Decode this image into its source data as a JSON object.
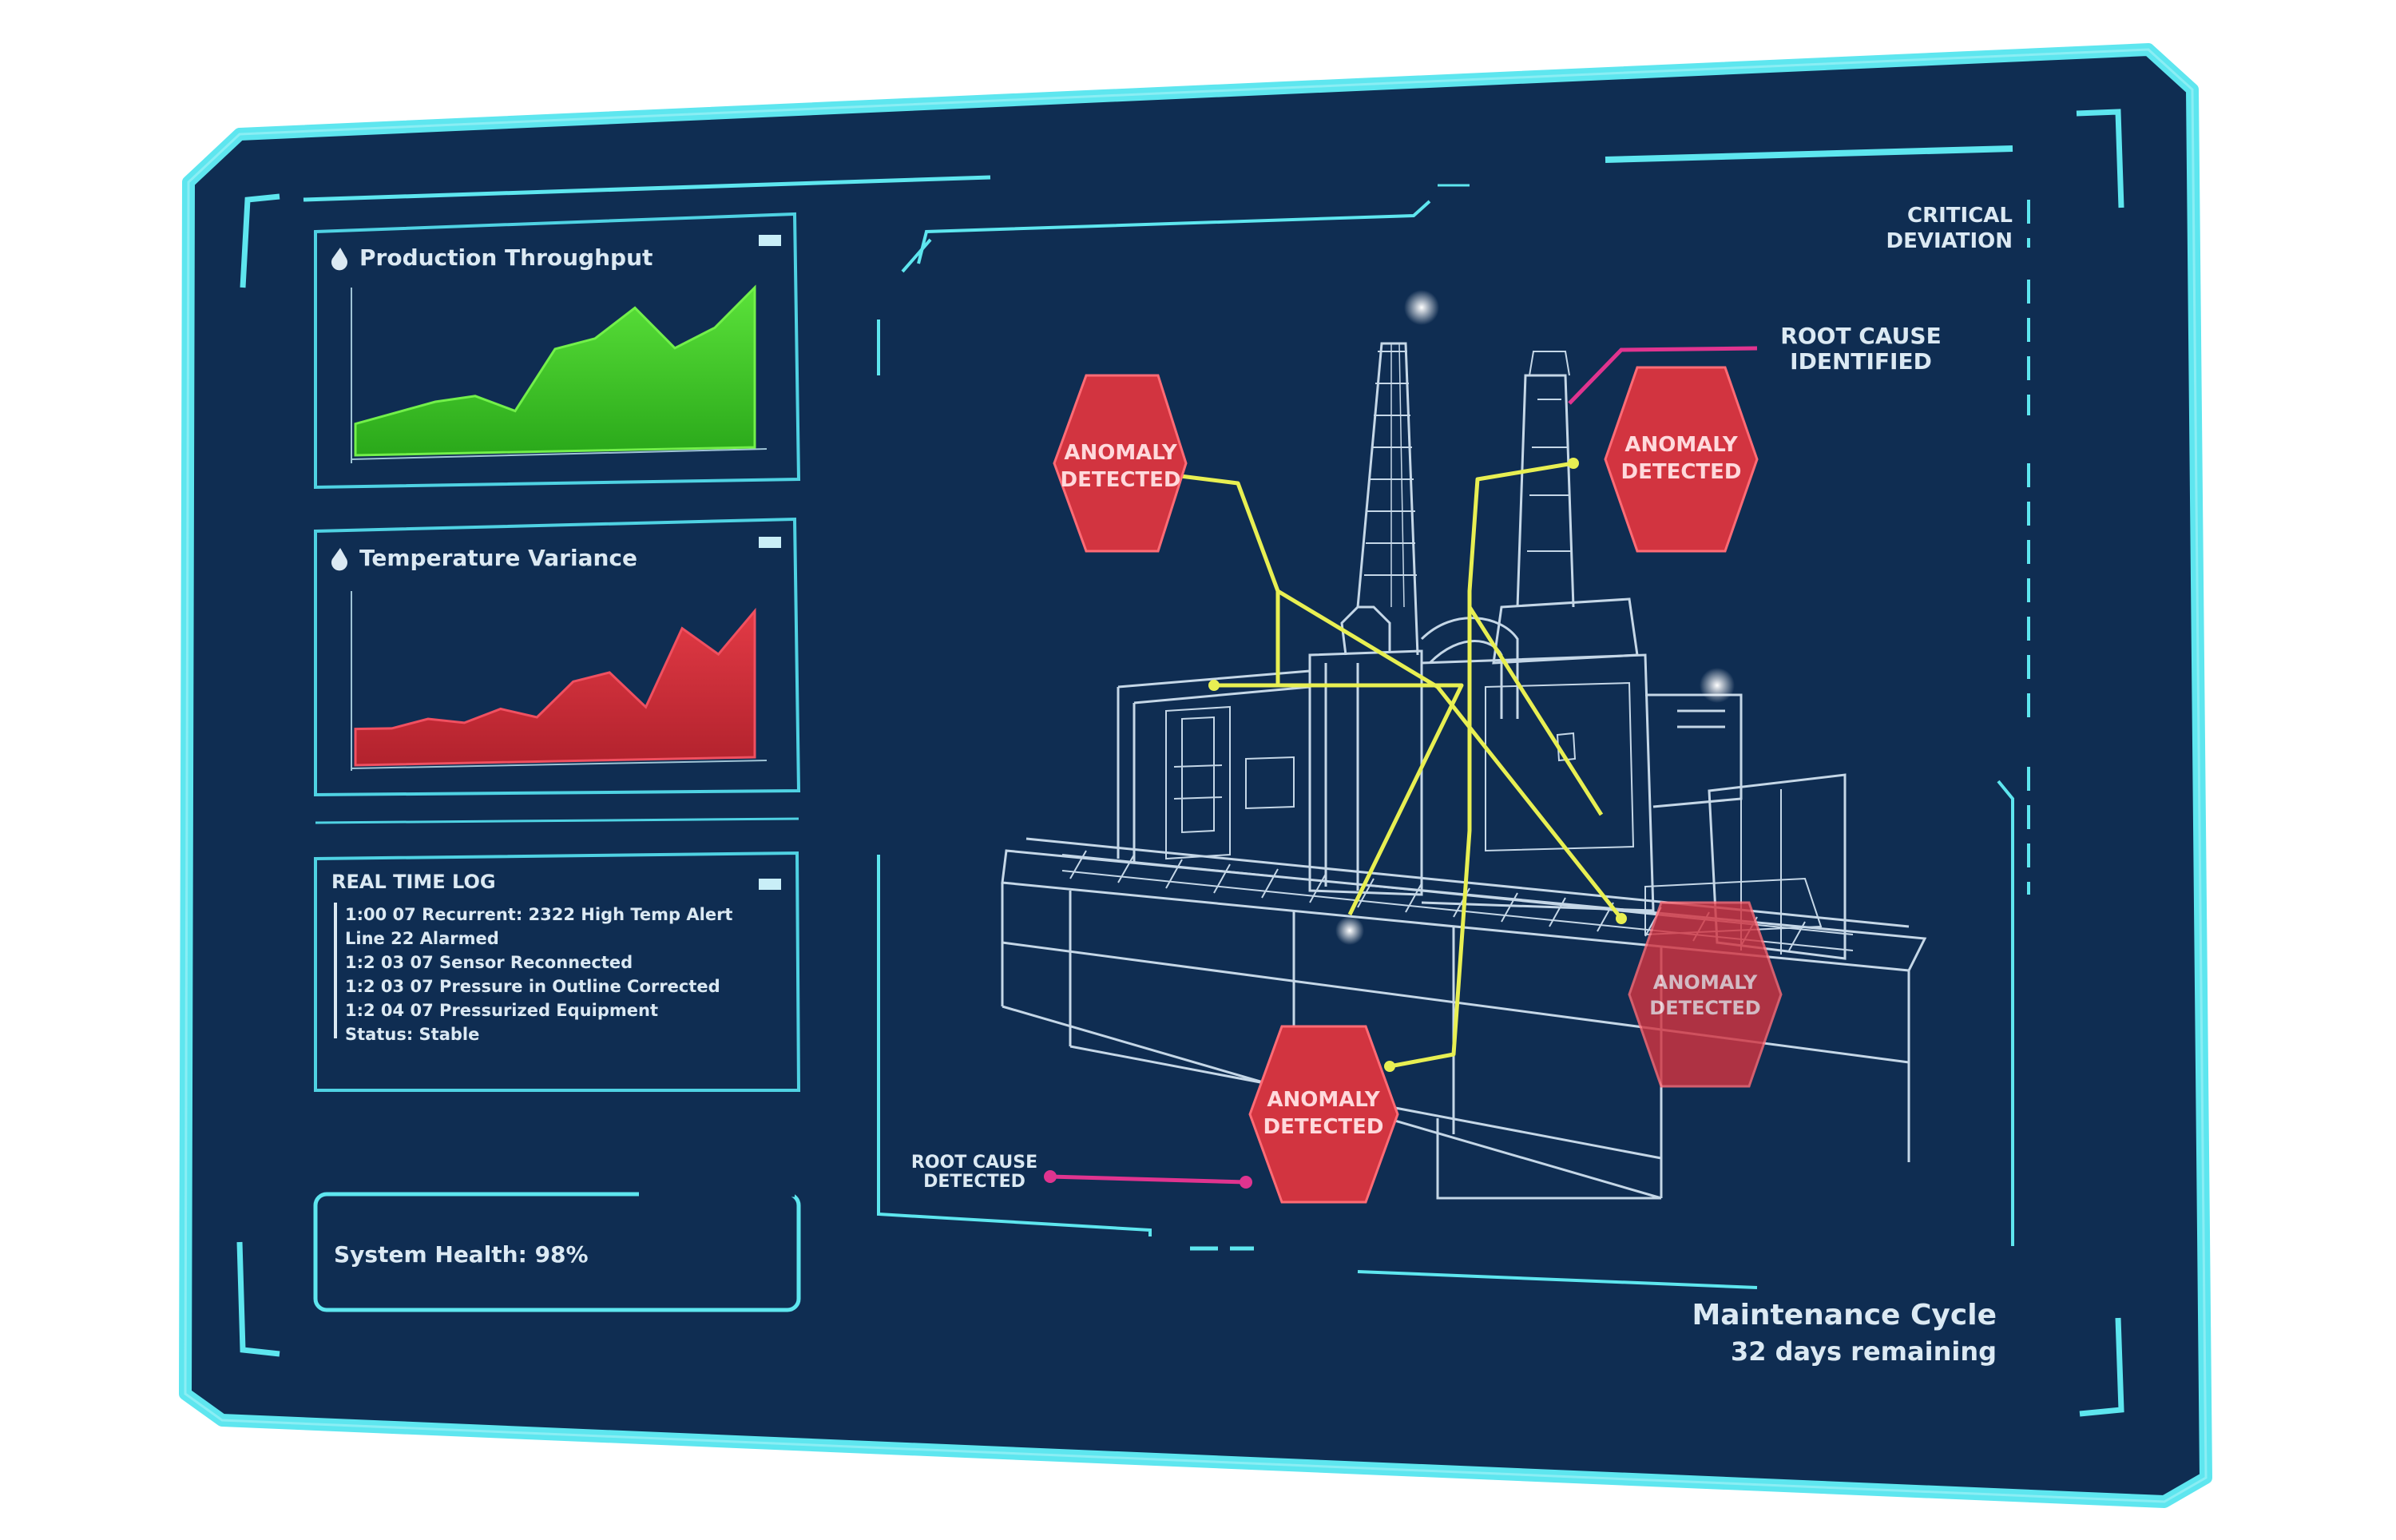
{
  "colors": {
    "panel_bg": "#0f2d52",
    "panel_border": "#5ee6ef",
    "chart_green": "#3fcf2a",
    "chart_red": "#d8343f",
    "alert_red": "#d23440",
    "wire_yellow": "#e8ef52",
    "pointer_magenta": "#e0348f",
    "text_light": "#dbe9f3"
  },
  "left_panel": {
    "throughput": {
      "title": "Production Throughput",
      "icon": "droplet-icon",
      "values": [
        3,
        4,
        5,
        5.5,
        4,
        10,
        11,
        14,
        10,
        12,
        16
      ]
    },
    "temperature": {
      "title": "Temperature Variance",
      "icon": "droplet-icon",
      "values": [
        4,
        4,
        5,
        4.5,
        6,
        5,
        9,
        10,
        6,
        15,
        12,
        17
      ]
    },
    "event_log": {
      "title": "REAL TIME LOG",
      "lines": [
        "1:00 07 Recurrent: 2322 High Temp Alert",
        "Line 22 Alarmed",
        "1:2 03 07 Sensor Reconnected",
        "1:2 03 07 Pressure in Outline Corrected",
        "1:2 04 07 Pressurized Equipment",
        "Status: Stable"
      ]
    },
    "health": {
      "label": "System Health: 98%"
    }
  },
  "machine_view": {
    "critical_label": "CRITICAL\nDEVIATION",
    "root_cause_top": "ROOT CAUSE\nIDENTIFIED",
    "root_cause_bottom": "ROOT CAUSE\nDETECTED",
    "anomaly_labels": [
      "ANOMALY\nDETECTED",
      "ANOMALY\nDETECTED",
      "ANOMALY\nDETECTED",
      "ANOMALY\nDETECTED"
    ]
  },
  "footer": {
    "maintenance_title": "Maintenance Cycle",
    "maintenance_remaining": "32 days remaining"
  }
}
